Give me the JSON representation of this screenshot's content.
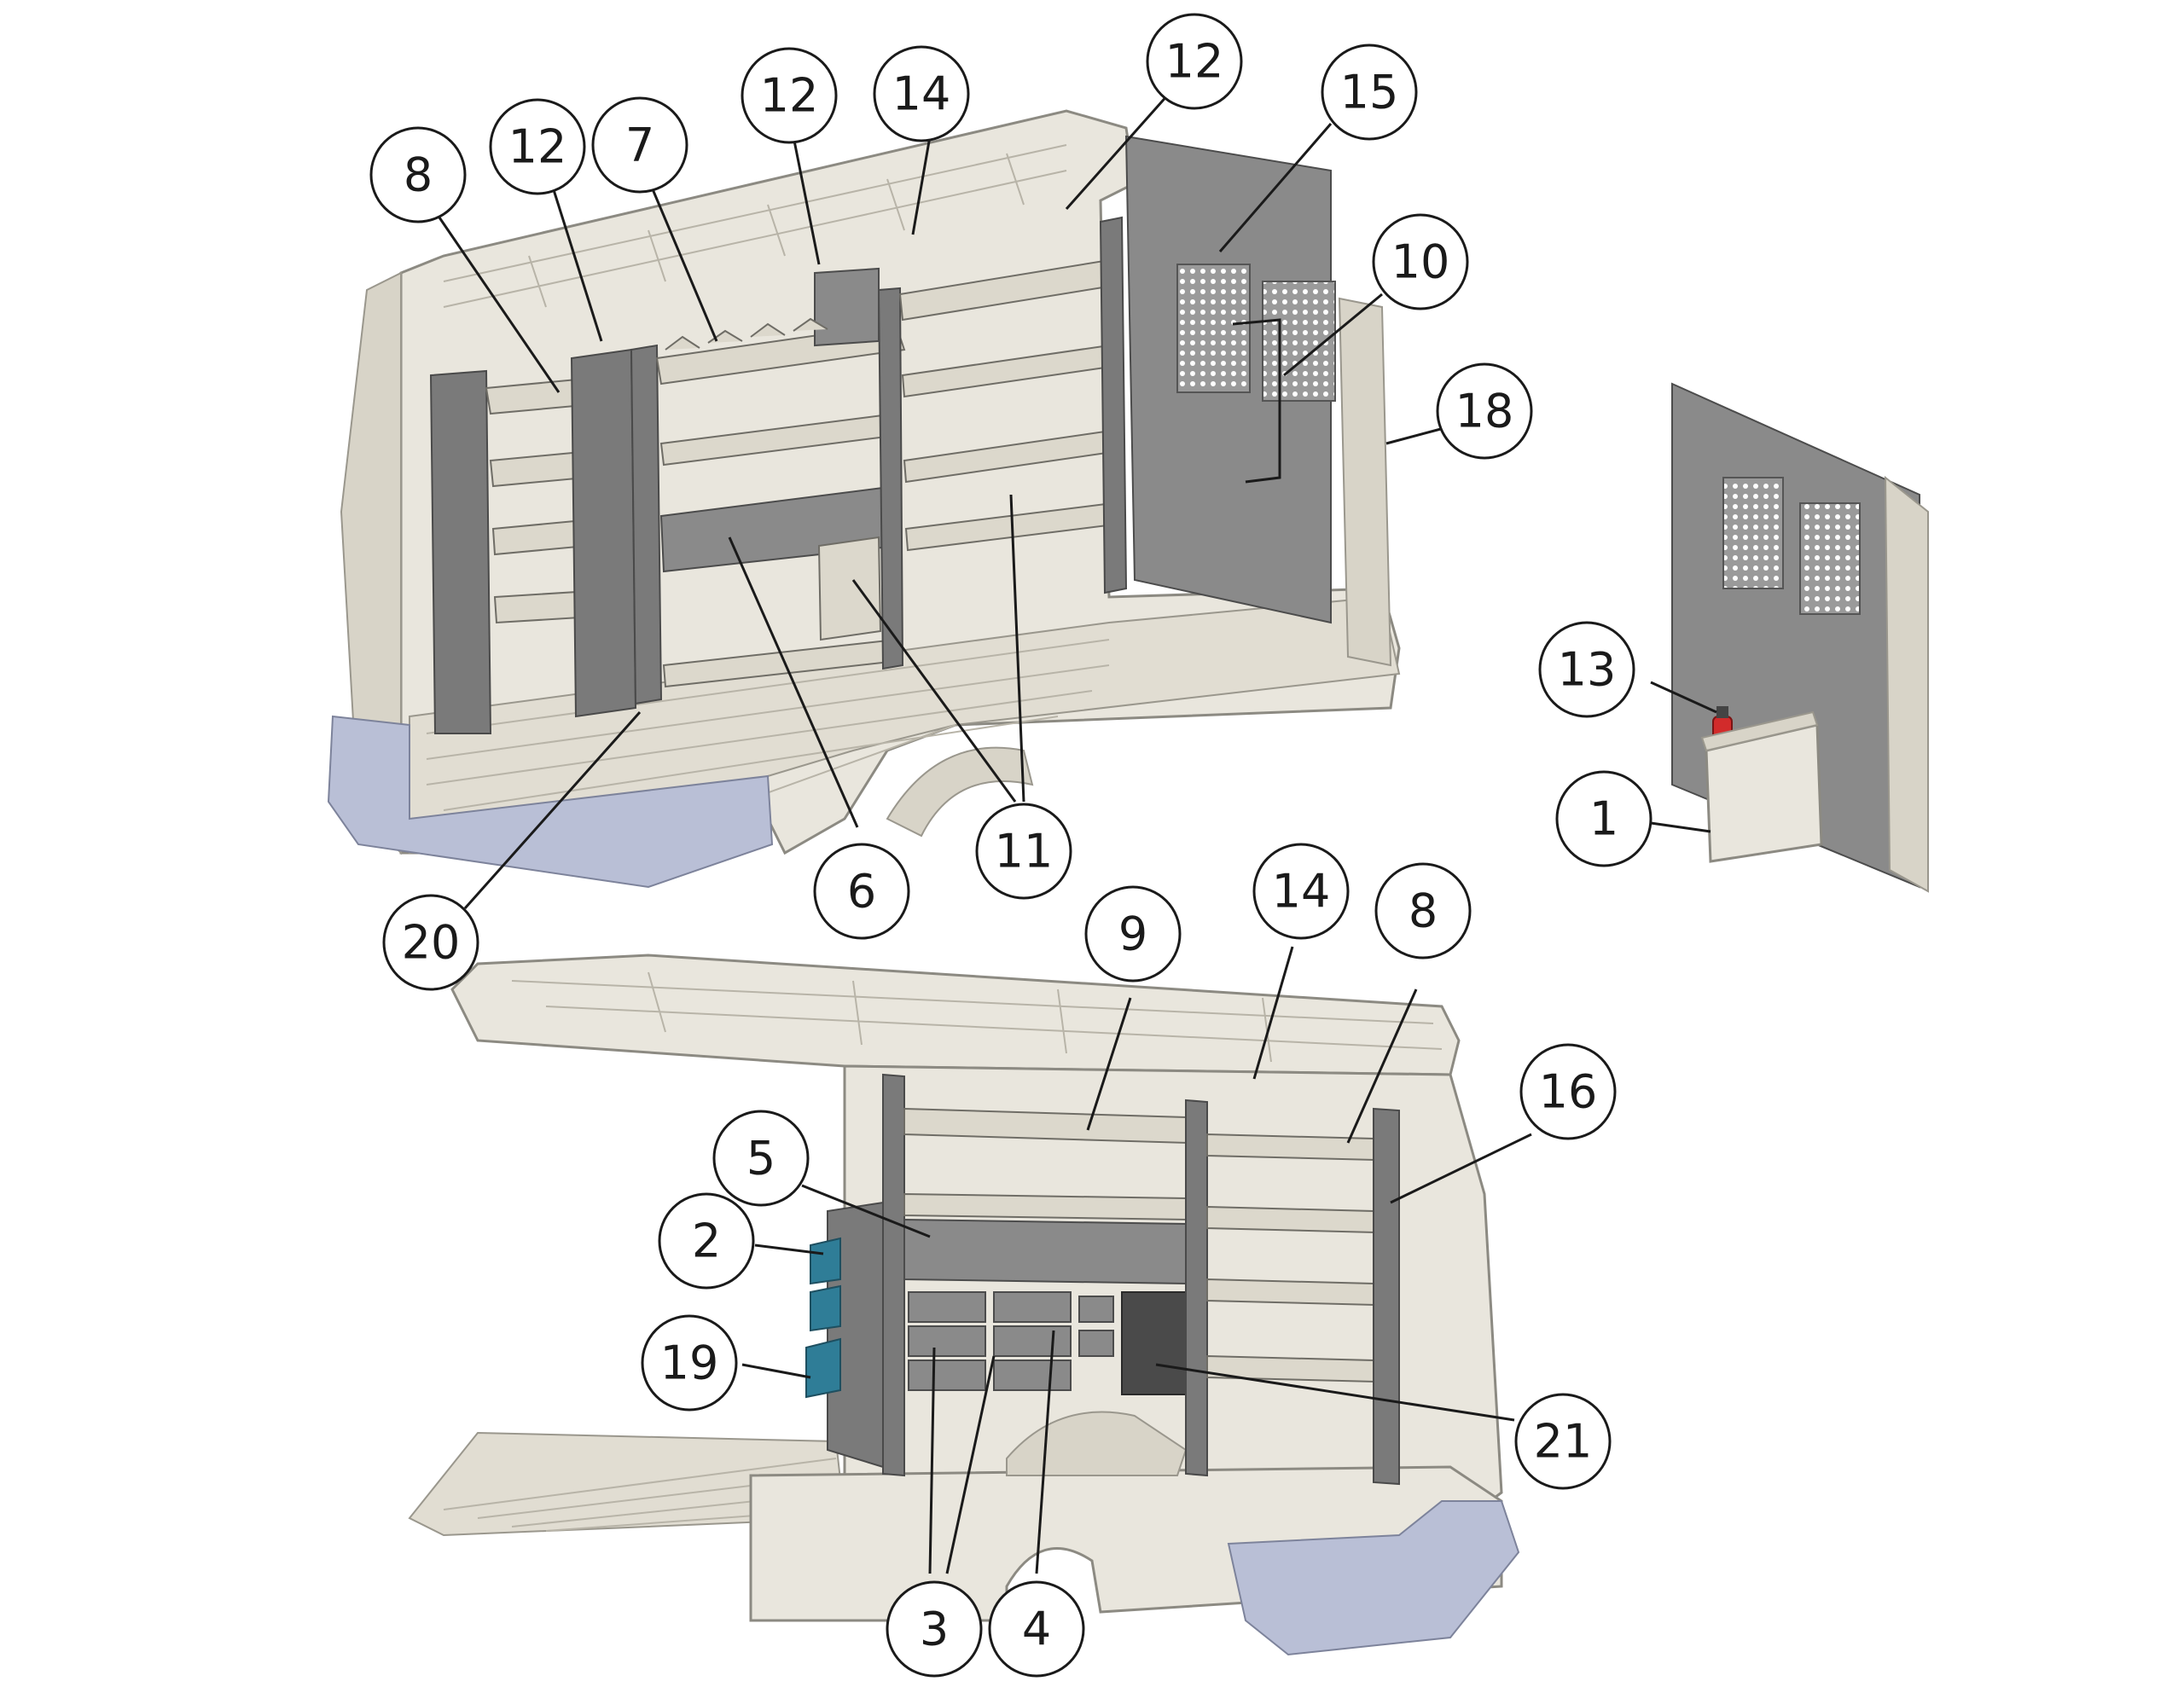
{
  "callouts": [
    {
      "id": "c8a",
      "label": "8"
    },
    {
      "id": "c12a",
      "label": "12"
    },
    {
      "id": "c7",
      "label": "7"
    },
    {
      "id": "c12b",
      "label": "12"
    },
    {
      "id": "c14a",
      "label": "14"
    },
    {
      "id": "c12c",
      "label": "12"
    },
    {
      "id": "c15",
      "label": "15"
    },
    {
      "id": "c10",
      "label": "10"
    },
    {
      "id": "c18",
      "label": "18"
    },
    {
      "id": "c13",
      "label": "13"
    },
    {
      "id": "c1",
      "label": "1"
    },
    {
      "id": "c20",
      "label": "20"
    },
    {
      "id": "c6",
      "label": "6"
    },
    {
      "id": "c11",
      "label": "11"
    },
    {
      "id": "c9",
      "label": "9"
    },
    {
      "id": "c14b",
      "label": "14"
    },
    {
      "id": "c8b",
      "label": "8"
    },
    {
      "id": "c16",
      "label": "16"
    },
    {
      "id": "c5",
      "label": "5"
    },
    {
      "id": "c2",
      "label": "2"
    },
    {
      "id": "c19",
      "label": "19"
    },
    {
      "id": "c21",
      "label": "21"
    },
    {
      "id": "c3",
      "label": "3"
    },
    {
      "id": "c4",
      "label": "4"
    }
  ],
  "colors": {
    "shell": "#e9e6dd",
    "shelf": "#dcd8cc",
    "upright": "#7a7a7a",
    "bumper": "#b9bfd6",
    "bin_accent": "#2f7d97",
    "extinguisher": "#d22b2b"
  }
}
